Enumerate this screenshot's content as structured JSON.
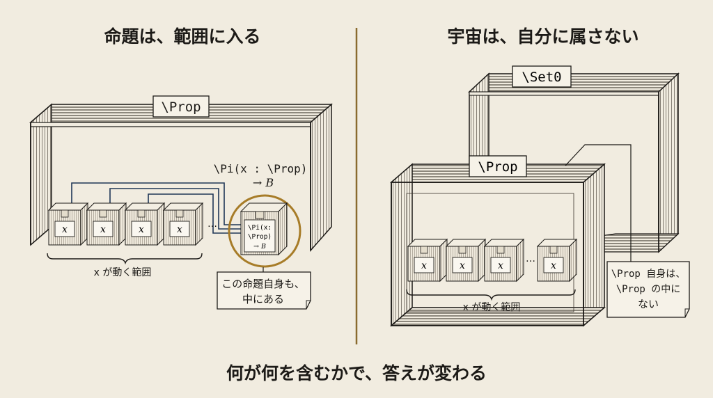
{
  "colors": {
    "background": "#f1ece0",
    "ink": "#1c1a17",
    "divider": "#8a6a2e",
    "highlight_ring": "#a77c28",
    "connector_blue": "#1f3656"
  },
  "left_panel": {
    "title": "命題は、範囲に入る",
    "universe_label": "\\Prop",
    "pi_label_line1": "\\Pi(x : \\Prop)",
    "pi_label_line2": "→ B",
    "boxes": [
      {
        "label": "x"
      },
      {
        "label": "x"
      },
      {
        "label": "x"
      },
      {
        "label": "x"
      }
    ],
    "ellipsis": "…",
    "special_box": {
      "line1": "\\Pi(x:",
      "line2": "\\Prop)",
      "line3": "→ B"
    },
    "range_label": "x が動く範囲",
    "note_line1": "この命題自身も、",
    "note_line2": "中にある"
  },
  "right_panel": {
    "title": "宇宙は、自分に属さない",
    "outer_universe_label": "\\Set0",
    "inner_universe_label": "\\Prop",
    "boxes": [
      {
        "label": "x"
      },
      {
        "label": "x"
      },
      {
        "label": "x"
      },
      {
        "label": "x"
      }
    ],
    "ellipsis": "…",
    "range_label": "x が動く範囲",
    "note_line1": "\\Prop 自身は、",
    "note_line2": "\\Prop の中に",
    "note_line3": "ない"
  },
  "bottom_caption": "何が何を含むかで、答えが変わる"
}
